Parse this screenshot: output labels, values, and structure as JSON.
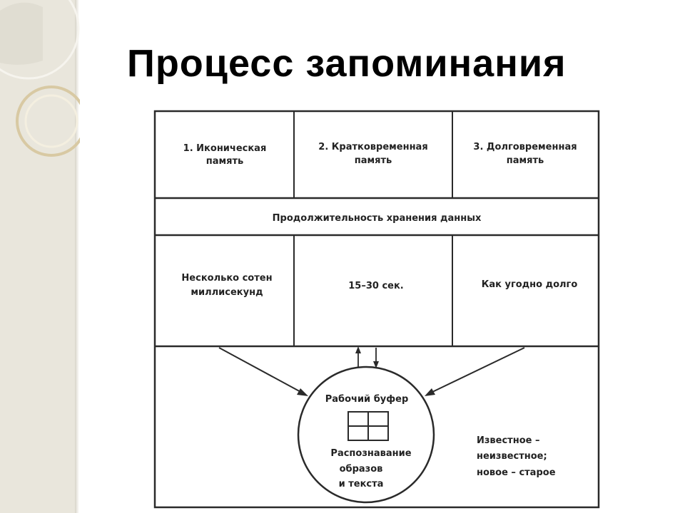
{
  "slide": {
    "title": "Процесс запоминания"
  },
  "diagram": {
    "memory_types": [
      {
        "line1": "1. Иконическая",
        "line2": "память"
      },
      {
        "line1": "2. Кратковременная",
        "line2": "память"
      },
      {
        "line1": "3. Долговременная",
        "line2": "память"
      }
    ],
    "duration_header": "Продолжительность хранения данных",
    "durations": [
      {
        "line1": "Несколько сотен",
        "line2": "миллисекунд"
      },
      {
        "line1": "15–30 сек.",
        "line2": ""
      },
      {
        "line1": "Как угодно долго",
        "line2": ""
      }
    ],
    "buffer_label": "Рабочий буфер",
    "recognition": {
      "line1": "Распознавание",
      "line2": "образов",
      "line3": "и текста"
    },
    "side_note": {
      "line1": "Известное –",
      "line2": "неизвестное;",
      "line3": "новое – старое"
    }
  }
}
